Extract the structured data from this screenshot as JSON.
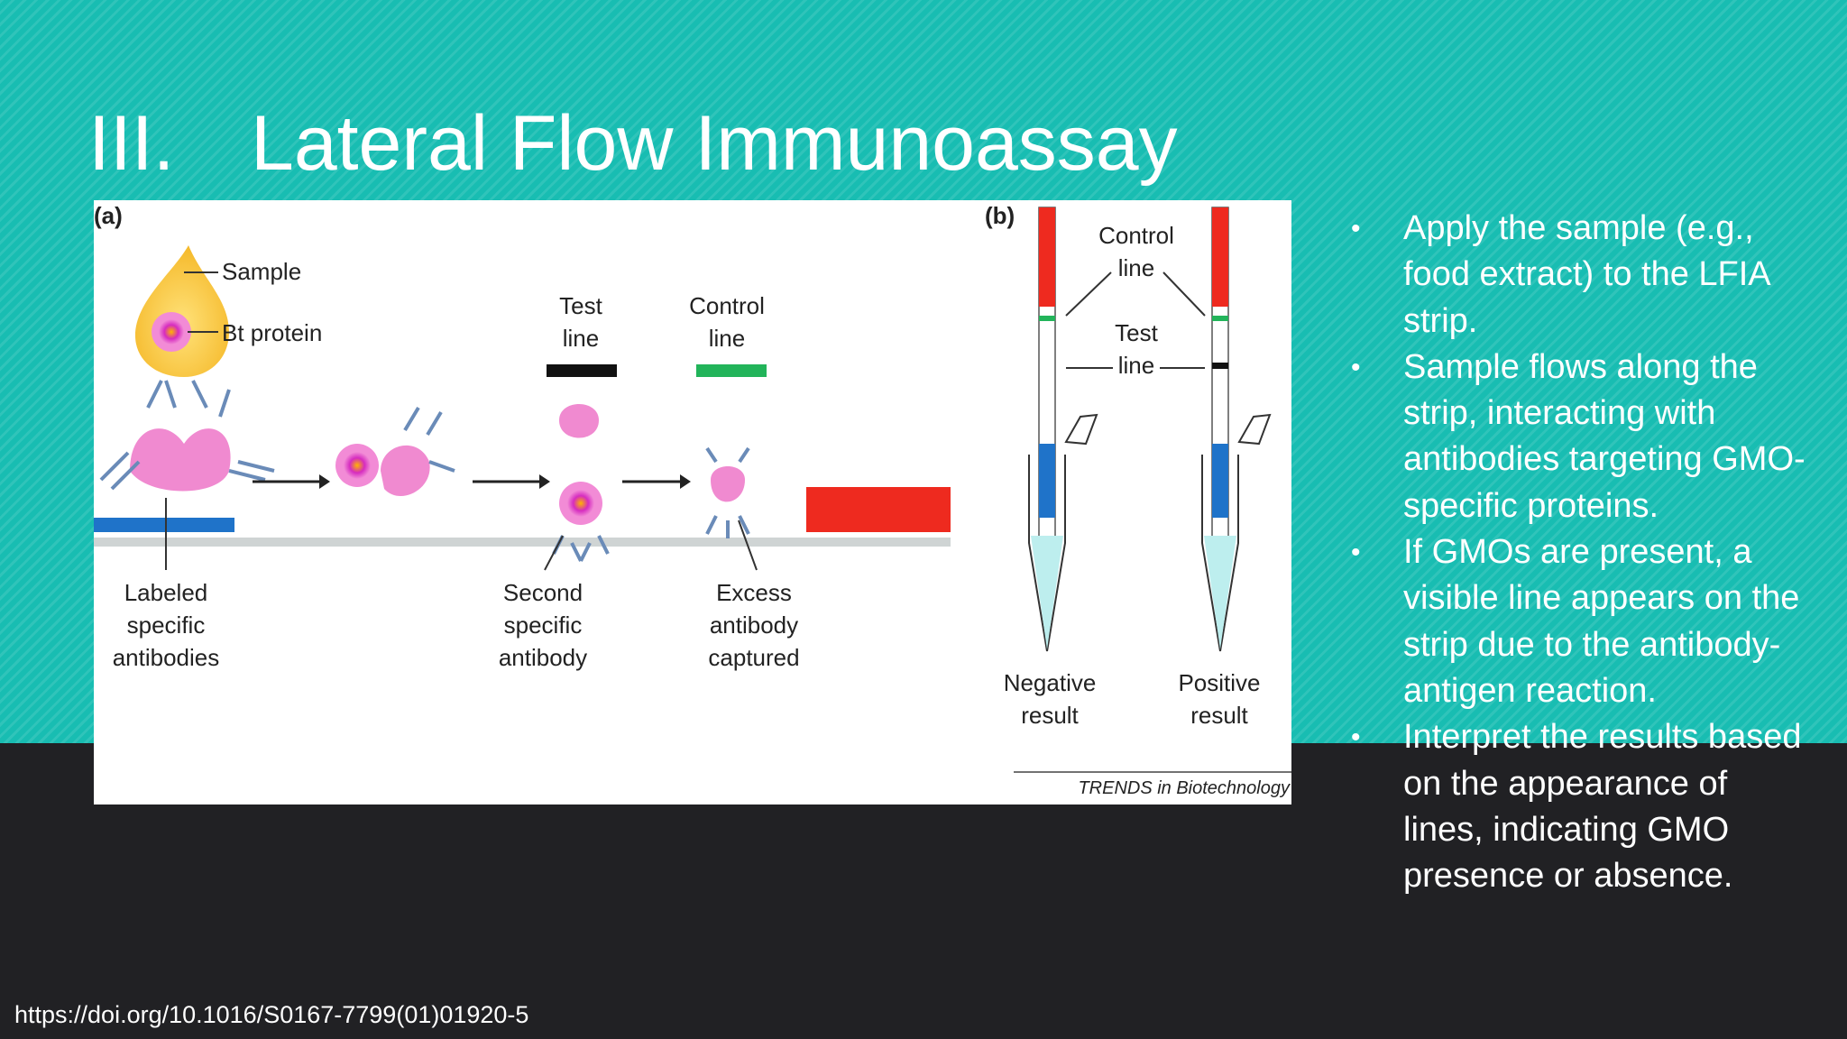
{
  "slide": {
    "title_number": "III.",
    "title_text": "Lateral Flow Immunoassay",
    "footer_url": "https://doi.org/10.1016/S0167-7799(01)01920-5"
  },
  "figure": {
    "panel_a_label": "(a)",
    "panel_b_label": "(b)",
    "sample_label": "Sample",
    "bt_protein_label": "Bt protein",
    "test_line_label": [
      "Test",
      "line"
    ],
    "control_line_label": [
      "Control",
      "line"
    ],
    "labeled_antibodies_label": [
      "Labeled",
      "specific",
      "antibodies"
    ],
    "second_antibody_label": [
      "Second",
      "specific",
      "antibody"
    ],
    "excess_antibody_label": [
      "Excess",
      "antibody",
      "captured"
    ],
    "b_control_line_label": [
      "Control",
      "line"
    ],
    "b_test_line_label": [
      "Test",
      "line"
    ],
    "negative_result_label": [
      "Negative",
      "result"
    ],
    "positive_result_label": [
      "Positive",
      "result"
    ],
    "credit": "TRENDS in Biotechnology",
    "colors": {
      "test_line": "#111111",
      "control_line": "#22b45a",
      "pad": "#ee2a1f",
      "blue_pad": "#1f73c9",
      "antibody": "#f08ad0",
      "protein_core": "#d62cc0",
      "sample_drop": "#f7c43a",
      "liquid": "#bdeeee"
    }
  },
  "bullets": [
    "Apply the sample (e.g., food extract) to the LFIA strip.",
    "Sample flows along the strip, interacting with antibodies targeting GMO-specific proteins.",
    "If GMOs are present, a visible line appears on the strip due to the antibody-antigen reaction.",
    "Interpret the results based on the appearance of lines, indicating GMO presence or absence."
  ],
  "bullet_symbol": "•",
  "theme": {
    "teal": "#18bdb2",
    "dark": "#212124",
    "text": "#ffffff"
  }
}
